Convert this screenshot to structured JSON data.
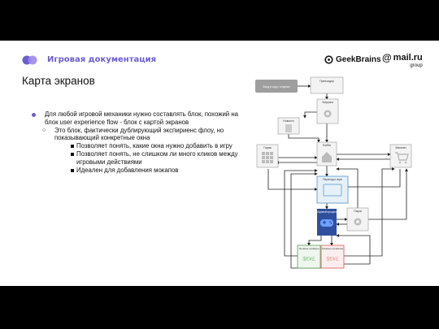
{
  "header": {
    "brand": "Игровая документация",
    "partner_1": "GeekBrains",
    "partner_2_name": "mail.ru",
    "partner_2_sub": "group"
  },
  "title": "Карта экранов",
  "bullets": {
    "main": "Для любой игровой механики нужно составлять блок, похожий на блок user experience flow - блок с картой экранов",
    "sub": "Это блок, фактически дублирующий экспириенс флоу, но показывающий конкретные окна",
    "items": [
      "Позволяет понять, какие окна нужно добавить в игру",
      "Позволяет понять, не слишком ли много кликов между игровыми действиями",
      "Идеален для добавления мокапов"
    ]
  },
  "diagram": {
    "nodes": {
      "start": "Вход в игру / стартап",
      "preloader": "Прелоадер",
      "loading": "Загрузка",
      "news": "Новости",
      "garage": "Гараж",
      "lobby": "Лобби",
      "shop": "Магазин",
      "transition": "Переход к игре",
      "gameplay": "Игровой процесс",
      "pause": "Пауза",
      "victory": "Уровень пройден",
      "defeat": "Уровень провален"
    },
    "colors": {
      "node_fill": "#f3f3f3",
      "node_border": "#999999",
      "transition": "#4f93c5",
      "gameplay": "#2f4f9e",
      "victory": "#5aa05a",
      "defeat": "#d9534f"
    }
  }
}
